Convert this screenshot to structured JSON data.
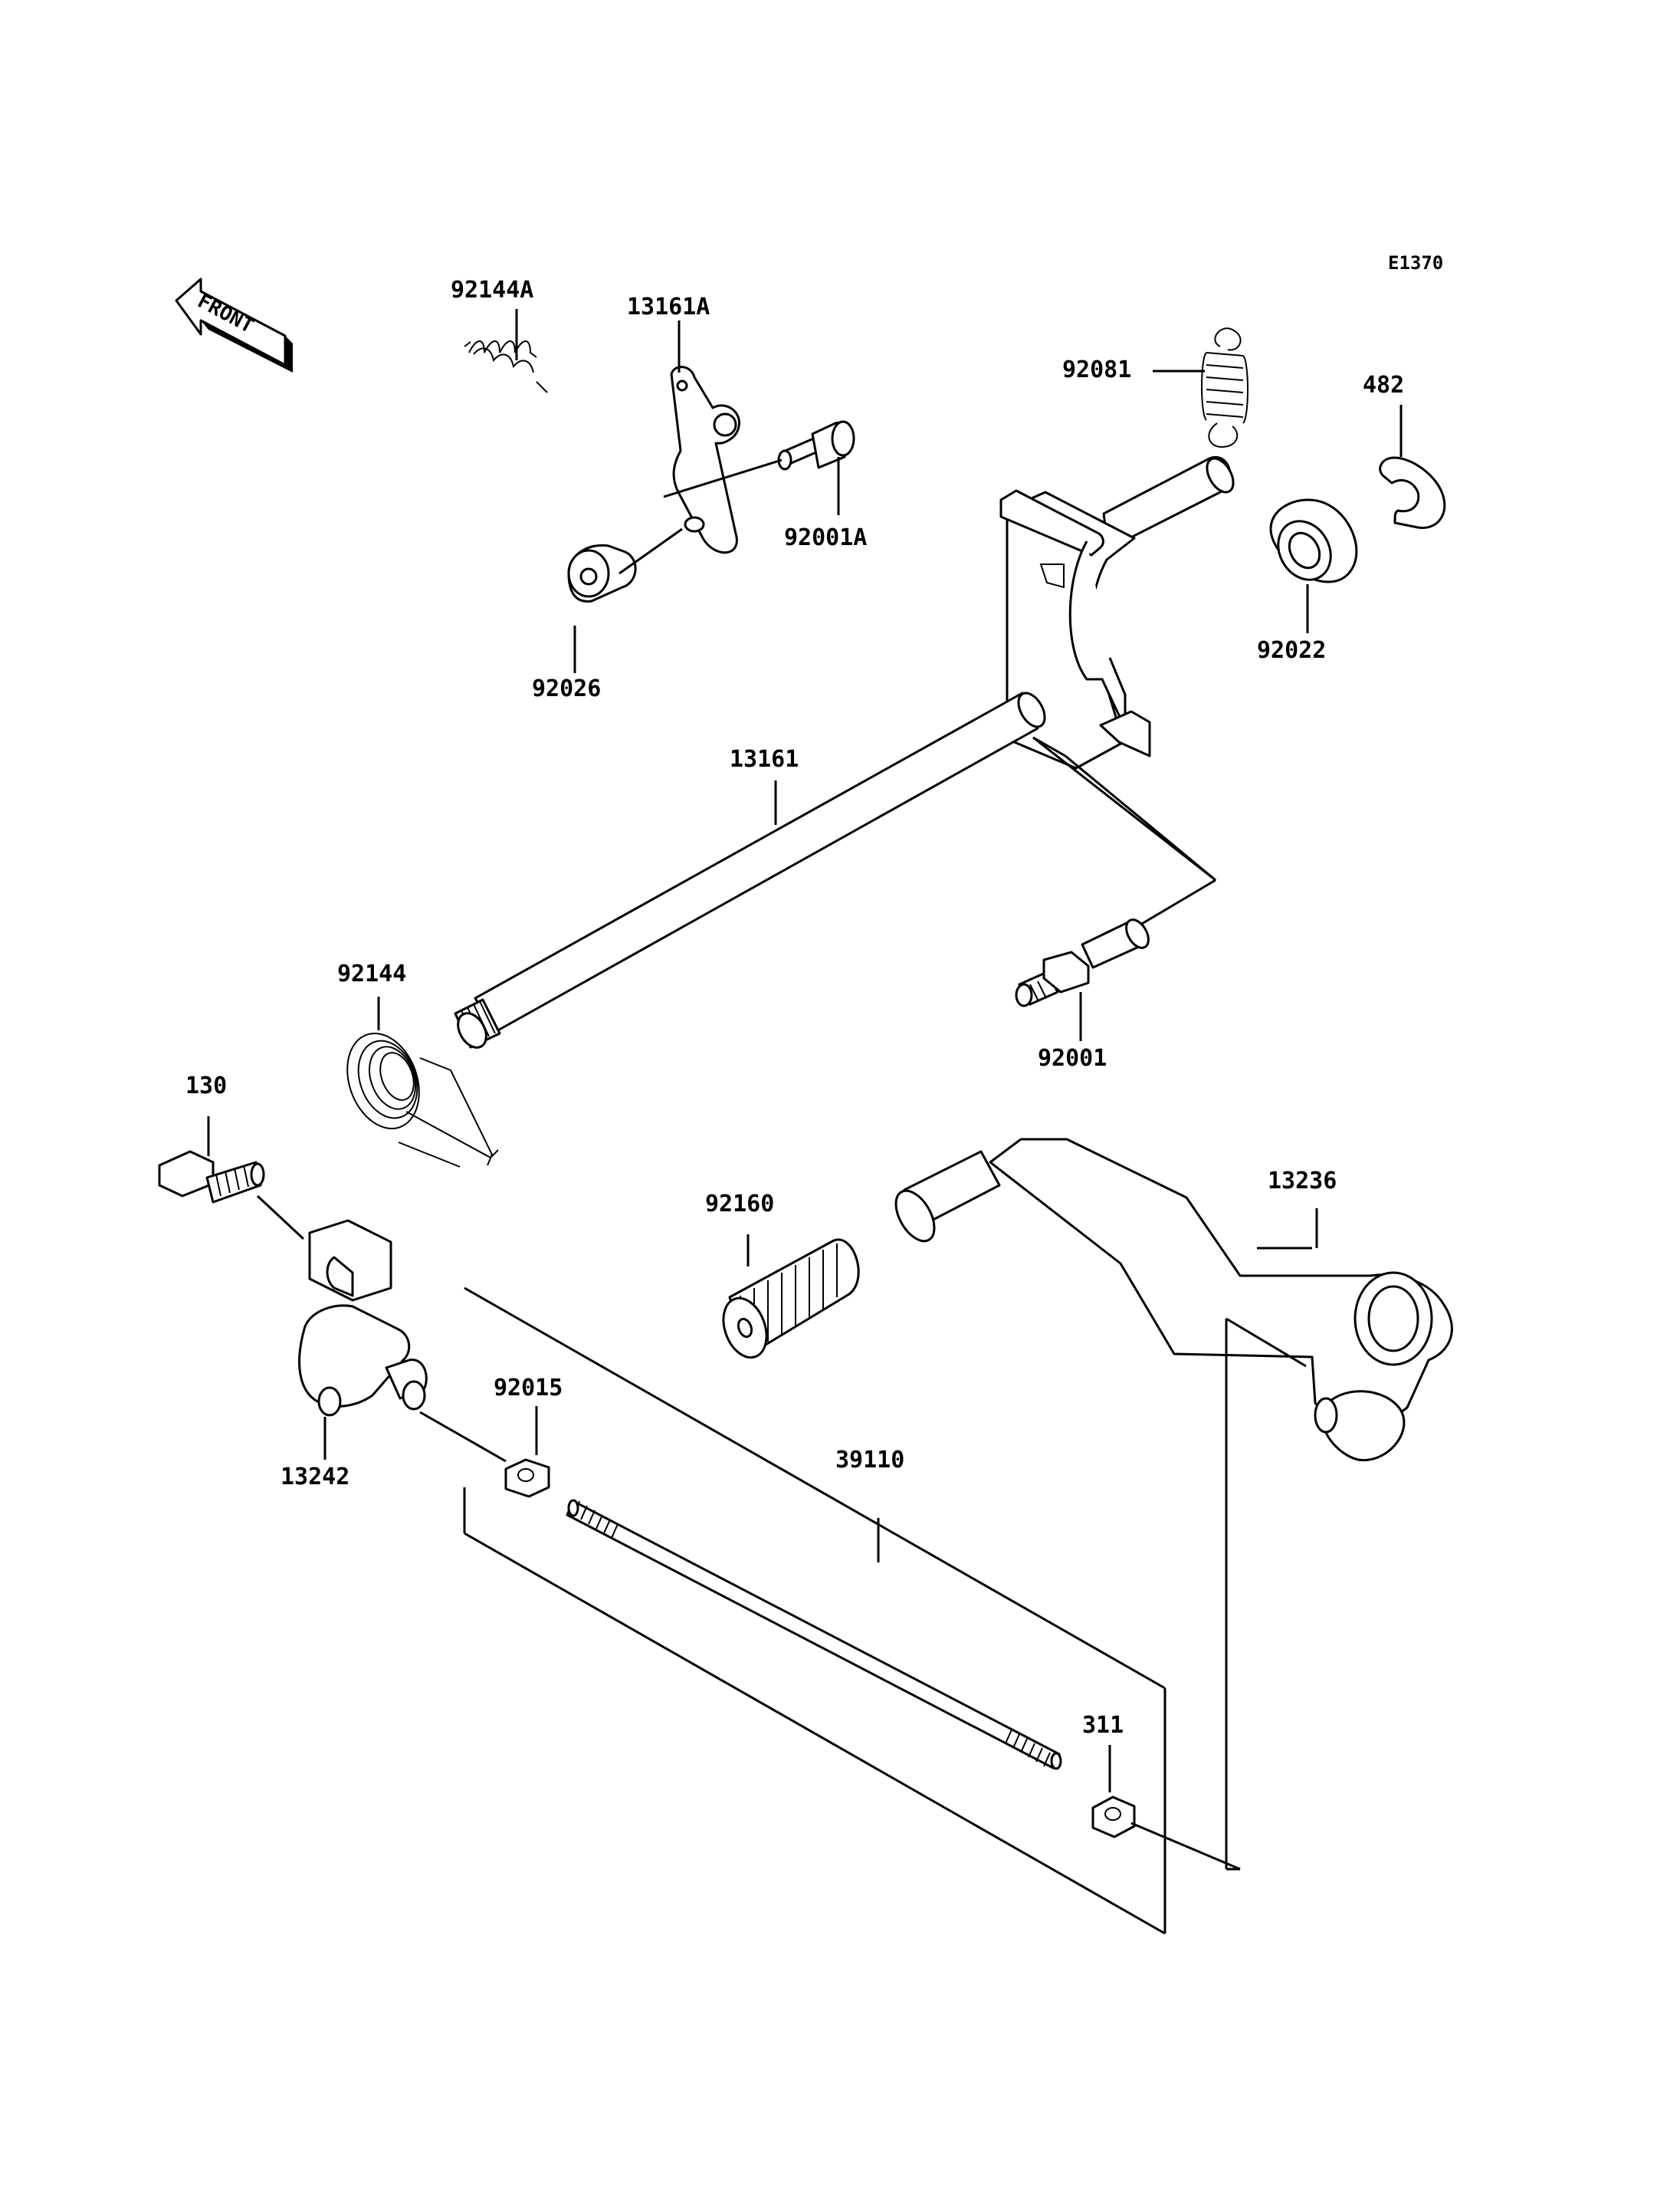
{
  "diagram_code": "E1370",
  "front_indicator": "FRONT",
  "parts": [
    {
      "id": "p92144A",
      "number": "92144A"
    },
    {
      "id": "p13161A",
      "number": "13161A"
    },
    {
      "id": "p92081",
      "number": "92081"
    },
    {
      "id": "p482",
      "number": "482"
    },
    {
      "id": "p92001A",
      "number": "92001A"
    },
    {
      "id": "p92026",
      "number": "92026"
    },
    {
      "id": "p92022",
      "number": "92022"
    },
    {
      "id": "p13161",
      "number": "13161"
    },
    {
      "id": "p92144",
      "number": "92144"
    },
    {
      "id": "p92001",
      "number": "92001"
    },
    {
      "id": "p130",
      "number": "130"
    },
    {
      "id": "p13236",
      "number": "13236"
    },
    {
      "id": "p92160",
      "number": "92160"
    },
    {
      "id": "p92015",
      "number": "92015"
    },
    {
      "id": "p13242",
      "number": "13242"
    },
    {
      "id": "p39110",
      "number": "39110"
    },
    {
      "id": "p311",
      "number": "311"
    }
  ]
}
